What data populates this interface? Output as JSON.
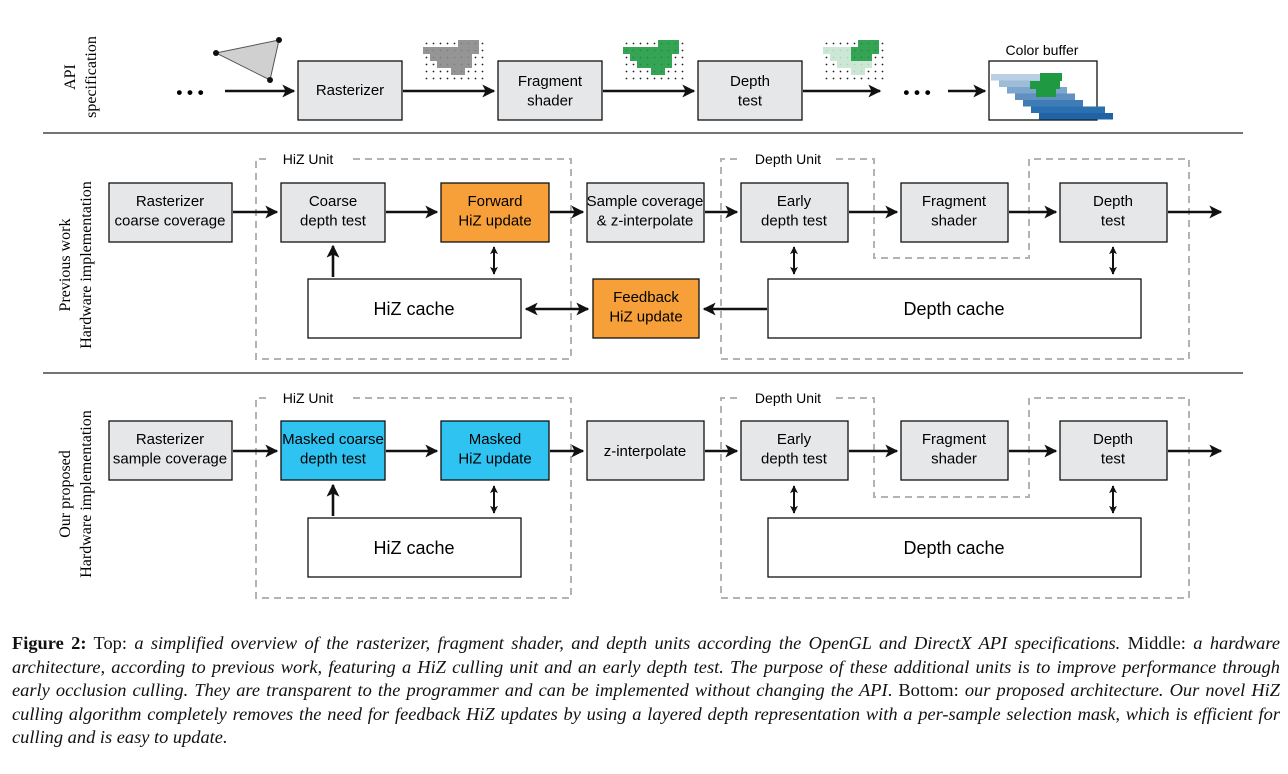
{
  "rows": {
    "api": "API\nspecification",
    "previous": "Previous work\nHardware implementation",
    "proposed": "Our proposed\nHardware implementation"
  },
  "top": {
    "ellipsis": "• • •",
    "rasterizer": "Rasterizer",
    "fragment_shader": "Fragment\nshader",
    "depth_test": "Depth\ntest",
    "color_buffer": "Color buffer"
  },
  "middle": {
    "hiz_unit": "HiZ Unit",
    "depth_unit": "Depth Unit",
    "rasterizer": "Rasterizer\ncoarse coverage",
    "coarse_depth_test": "Coarse\ndepth test",
    "forward_hiz_update": "Forward\nHiZ update",
    "sample_coverage": "Sample coverage\n& z-interpolate",
    "early_depth_test": "Early\ndepth test",
    "fragment_shader": "Fragment\nshader",
    "depth_test": "Depth\ntest",
    "hiz_cache": "HiZ cache",
    "feedback_hiz_update": "Feedback\nHiZ update",
    "depth_cache": "Depth cache"
  },
  "bottom": {
    "hiz_unit": "HiZ Unit",
    "depth_unit": "Depth Unit",
    "rasterizer": "Rasterizer\nsample coverage",
    "masked_coarse_depth_test": "Masked coarse\ndepth test",
    "masked_hiz_update": "Masked\nHiZ update",
    "z_interpolate": "z-interpolate",
    "early_depth_test": "Early\ndepth test",
    "fragment_shader": "Fragment\nshader",
    "depth_test": "Depth\ntest",
    "hiz_cache": "HiZ cache",
    "depth_cache": "Depth cache"
  },
  "caption": {
    "figure_label": "Figure 2:",
    "top_label": "Top",
    "top_text": "a simplified overview of the rasterizer, fragment shader, and depth units according the OpenGL and DirectX API specifications.",
    "middle_label": "Middle",
    "middle_text": "a hardware architecture, according to previous work, featuring a HiZ culling unit and an early depth test. The purpose of these additional units is to improve performance through early occlusion culling. They are transparent to the programmer and can be implemented without changing the API",
    "bottom_label": "Bottom",
    "bottom_text": "our proposed architecture. Our novel HiZ culling algorithm completely removes the need for feedback HiZ updates by using a layered depth representation with a per-sample selection mask, which is efficient for culling and is easy to update."
  },
  "colors": {
    "box_gray": "#e6e7e8",
    "orange": "#f7a03a",
    "cyan": "#2ec3f0",
    "dashed": "#b3b3b3",
    "green": "#1f9a43",
    "blue": "#2a78c2"
  }
}
